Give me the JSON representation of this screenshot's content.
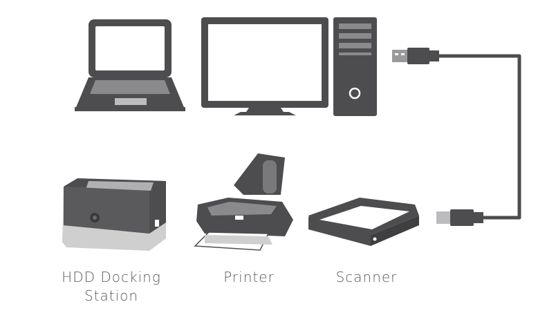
{
  "labels": {
    "hdd_line1": "HDD Docking",
    "hdd_line2": "Station",
    "printer": "Printer",
    "scanner": "Scanner"
  },
  "colors": {
    "device_dark": "#4d4d4f",
    "device_light": "#cfcfd0",
    "cable": "#4d4d4f",
    "text": "#5a5a5c",
    "background": "#ffffff"
  },
  "icons": [
    "laptop-icon",
    "monitor-icon",
    "pc-tower-icon",
    "usb-a-plug-icon",
    "usb-b-plug-icon",
    "hdd-dock-icon",
    "printer-icon",
    "scanner-icon"
  ]
}
